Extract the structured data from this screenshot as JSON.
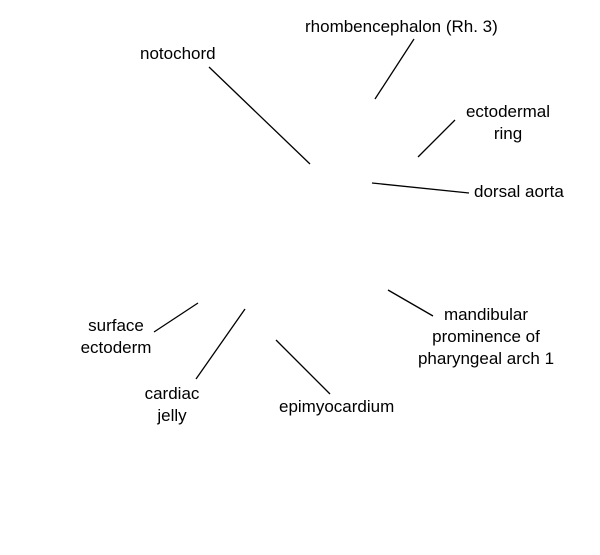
{
  "labels": {
    "rhombencephalon": "rhombencephalon (Rh. 3)",
    "notochord": "notochord",
    "ectodermal_ring": [
      "ectodermal",
      "ring"
    ],
    "dorsal_aorta": "dorsal aorta",
    "mandibular": [
      "mandibular",
      "prominence of",
      "pharyngeal arch 1"
    ],
    "surface_ectoderm": [
      "surface",
      "ectoderm"
    ],
    "cardiac_jelly": [
      "cardiac",
      "jelly"
    ],
    "epimyocardium": "epimyocardium"
  },
  "colors": {
    "text": "#000000",
    "lines": "#000000",
    "background": "#ffffff"
  }
}
